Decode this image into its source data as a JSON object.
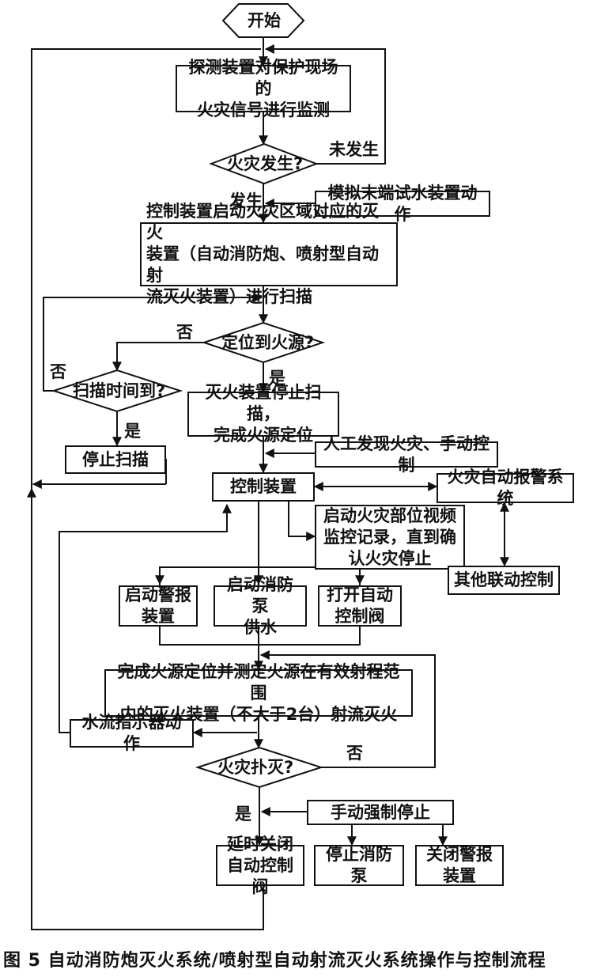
{
  "nodes": {
    "start": "开始",
    "monitor": "探测装置对保护现场的\n火灾信号进行监测",
    "fire_occurred": "火灾发生?",
    "sim_test": "模拟末端试水装置动作",
    "scan": "控制装置启动火灾区域对应的灭火\n装置（自动消防炮、喷射型自动射\n流灭火装置）进行扫描",
    "locate": "定位到火源?",
    "scan_time": "扫描时间到?",
    "stop_scan_locate": "灭火装置停止扫描，\n完成火源定位",
    "stop_scan": "停止扫描",
    "manual": "人工发现火灾、手动控制",
    "controller": "控制装置",
    "alarm_system": "火灾自动报警系统",
    "video": "启动火灾部位视频\n监控记录，直到确\n认火灾停止",
    "other": "其他联动控制",
    "alarm_device": "启动警报\n装置",
    "pump": "启动消防泵\n供水",
    "valve": "打开自动\n控制阀",
    "jet": "完成火源定位并测定火源在有效射程范围\n内的灭火装置（不大于2台）射流灭火",
    "flow_indicator": "水流指示器动作",
    "extinguished": "火灾扑灭?",
    "manual_stop": "手动强制停止",
    "close_valve": "延时关闭\n自动控制阀",
    "stop_pump": "停止消防泵",
    "close_alarm": "关闭警报\n装置"
  },
  "edge_labels": {
    "not_occurred": "未发生",
    "occurred": "发生",
    "no_locate": "否",
    "yes_locate": "是",
    "no_time": "否",
    "yes_time": "是",
    "no_extinguished": "否",
    "yes_extinguished": "是"
  },
  "caption": "图 5   自动消防炮灭火系统/喷射型自动射流灭火系统操作与控制流程"
}
